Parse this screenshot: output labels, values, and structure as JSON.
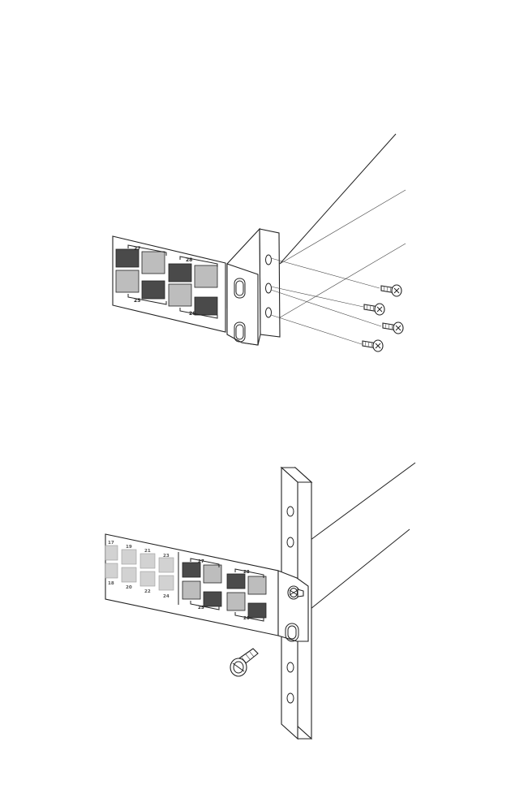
{
  "figure1": {
    "port_labels": [
      {
        "text": "27",
        "kind": "top"
      },
      {
        "text": "28",
        "kind": "top"
      },
      {
        "text": "25",
        "kind": "bottom"
      },
      {
        "text": "26",
        "kind": "bottom"
      }
    ]
  },
  "figure2": {
    "port_labels": [
      {
        "text": "17"
      },
      {
        "text": "19"
      },
      {
        "text": "21"
      },
      {
        "text": "23"
      },
      {
        "text": "18"
      },
      {
        "text": "20"
      },
      {
        "text": "22"
      },
      {
        "text": "24"
      },
      {
        "text": "27"
      },
      {
        "text": "28"
      },
      {
        "text": "25"
      },
      {
        "text": "26"
      }
    ]
  },
  "icons": [
    "screw-icon",
    "bracket-icon",
    "rack-rail-icon"
  ],
  "colors": {
    "line": "#222222",
    "port_dark": "#4a4a4a",
    "port_light": "#bdbdbd"
  }
}
